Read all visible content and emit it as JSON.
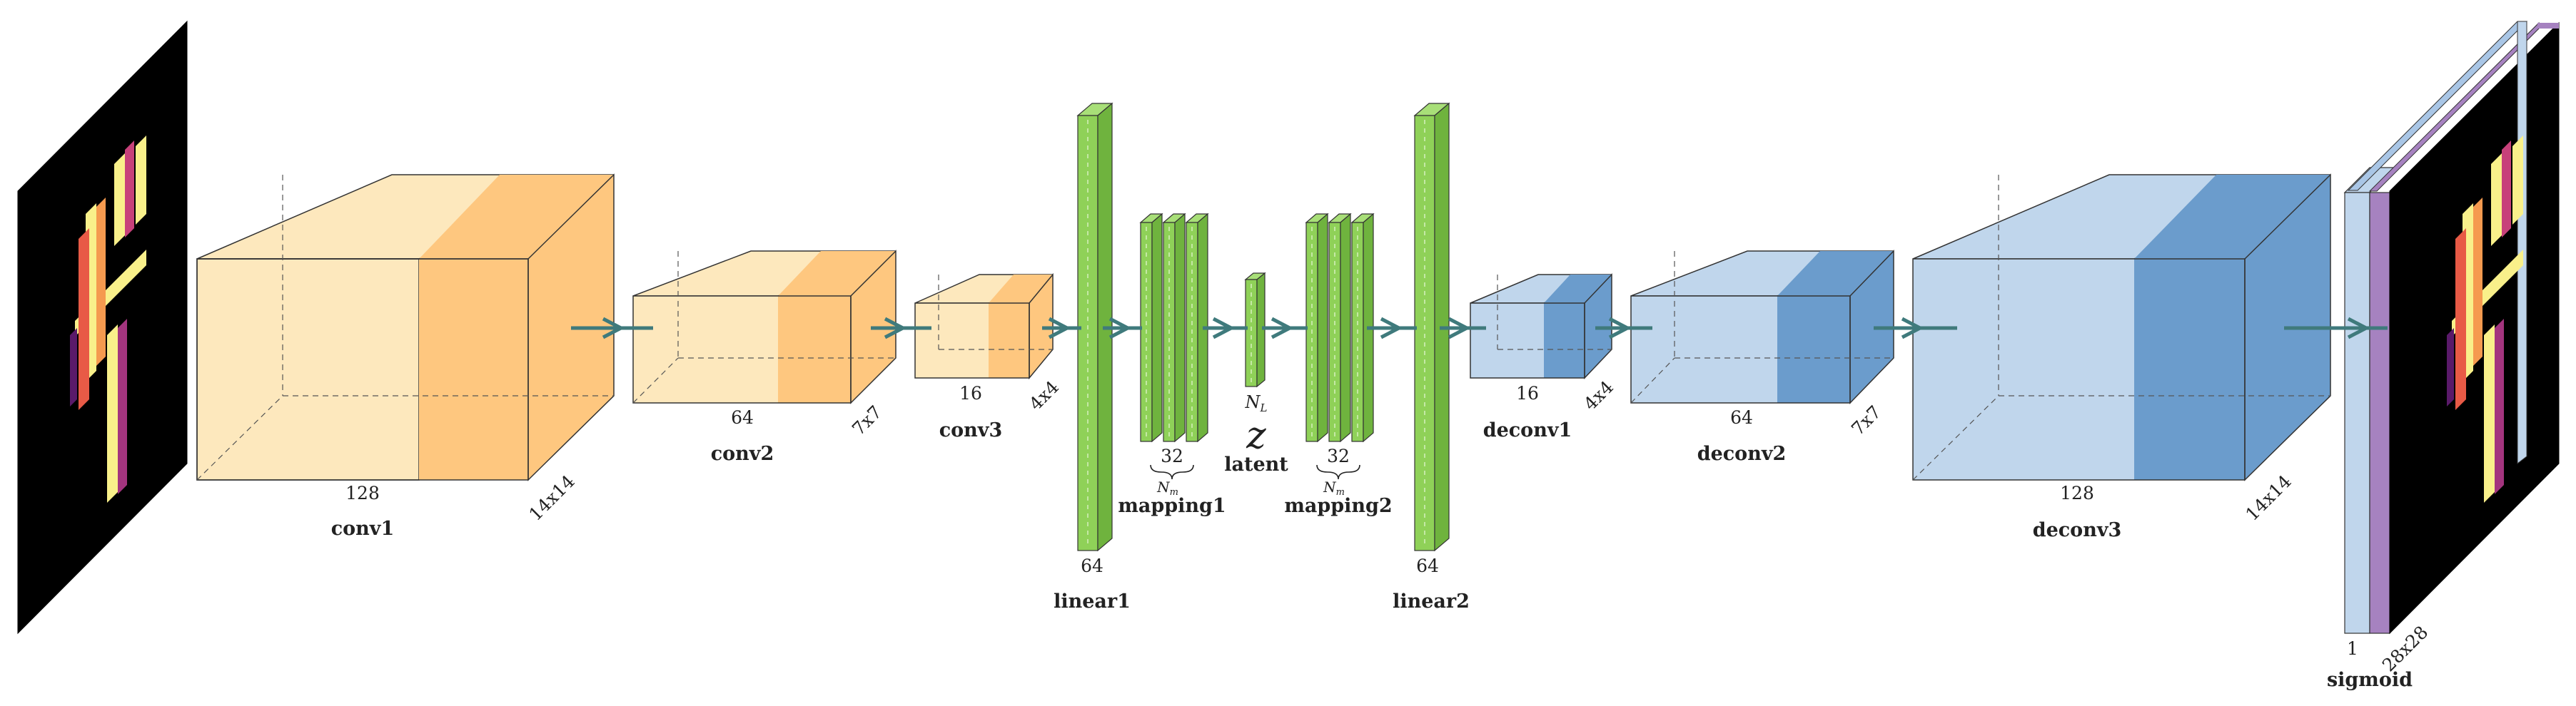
{
  "colors": {
    "encoder_front": "#fde8bd",
    "encoder_right": "#fec77f",
    "decoder_front": "#c0d6ec",
    "decoder_right": "#6b9ccc",
    "linear_green": "#8fd158",
    "arrow": "#3f7a7c",
    "purple": "#a682c0",
    "edge": "#333333"
  },
  "layers": {
    "conv1": {
      "name": "conv1",
      "channels": "128",
      "size": "14x14"
    },
    "conv2": {
      "name": "conv2",
      "channels": "64",
      "size": "7x7"
    },
    "conv3": {
      "name": "conv3",
      "channels": "16",
      "size": "4x4"
    },
    "linear1": {
      "name": "linear1",
      "units": "64"
    },
    "mapping1": {
      "name": "mapping1",
      "units": "32",
      "repeat": "N",
      "repeat_sub": "m"
    },
    "latent": {
      "name": "latent",
      "symbol": "z",
      "size": "N",
      "size_sub": "L"
    },
    "mapping2": {
      "name": "mapping2",
      "units": "32",
      "repeat": "N",
      "repeat_sub": "m"
    },
    "linear2": {
      "name": "linear2",
      "units": "64"
    },
    "deconv1": {
      "name": "deconv1",
      "channels": "16",
      "size": "4x4"
    },
    "deconv2": {
      "name": "deconv2",
      "channels": "64",
      "size": "7x7"
    },
    "deconv3": {
      "name": "deconv3",
      "channels": "128",
      "size": "14x14"
    },
    "sigmoid": {
      "name": "sigmoid",
      "channels": "1",
      "size": "28x28"
    }
  }
}
